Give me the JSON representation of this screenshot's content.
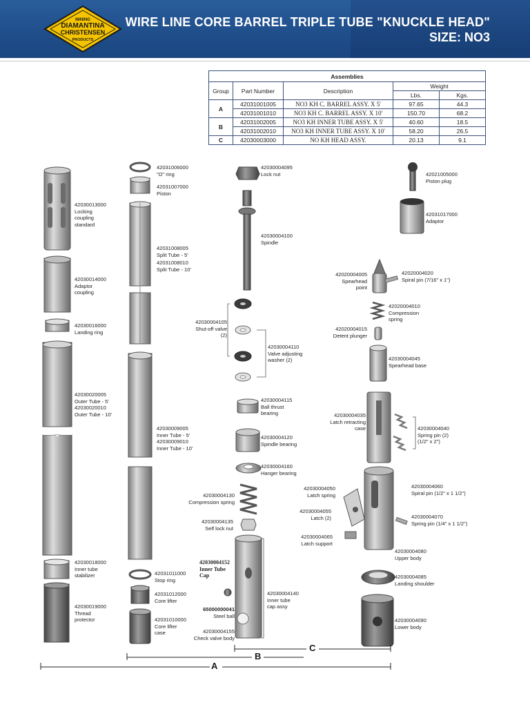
{
  "header": {
    "brand_lines": [
      "MINING",
      "DIAMANTINA",
      "CHRISTENSEN",
      "PRODUCTS"
    ],
    "title": "WIRE LINE CORE BARREL TRIPLE TUBE \"KNUCKLE HEAD\"",
    "size": "SIZE: NO3"
  },
  "table": {
    "title": "Assemblies",
    "col_group": "Group",
    "col_part": "Part Number",
    "col_desc": "Description",
    "col_weight": "Weight",
    "col_lbs": "Lbs.",
    "col_kgs": "Kgs.",
    "rows": [
      {
        "group": "A",
        "part": "42031001005",
        "desc": "NO3 KH C. BARREL ASSY. X 5'",
        "lbs": "97.65",
        "kgs": "44.3"
      },
      {
        "group": "",
        "part": "42031001010",
        "desc": "NO3 KH C. BARREL ASSY. X 10'",
        "lbs": "150.70",
        "kgs": "68.2"
      },
      {
        "group": "B",
        "part": "42031002005",
        "desc": "NO3 KH INNER TUBE ASSY. X 5'",
        "lbs": "40.60",
        "kgs": "18.5"
      },
      {
        "group": "",
        "part": "42031002010",
        "desc": "NO3 KH INNER TUBE ASSY. X 10'",
        "lbs": "58.20",
        "kgs": "26.5"
      },
      {
        "group": "C",
        "part": "42030003000",
        "desc": "NO KH HEAD ASSY.",
        "lbs": "20.13",
        "kgs": "9.1"
      }
    ]
  },
  "labels": {
    "l1": "42030013000",
    "l1b": "Locking",
    "l1c": "coupling",
    "l1d": "standard",
    "l2": "42030014000",
    "l2b": "Adaptor",
    "l2c": "coupling",
    "l3": "42030016000",
    "l3b": "Landing ring",
    "l4": "42030020005",
    "l4b": "Outer Tube - 5'",
    "l4c": "42030020010",
    "l4d": "Outer Tube - 10'",
    "l5": "42030018000",
    "l5b": "Inner tube",
    "l5c": "stabilizer",
    "l6": "42030019000",
    "l6b": "Thread",
    "l6c": "protector",
    "m1": "42031006000",
    "m1b": "\"O\" ring",
    "m2": "42031007000",
    "m2b": "Piston",
    "m3": "42031008005",
    "m3b": "Split Tube - 5'",
    "m3c": "42031008010",
    "m3d": "Split Tube - 10'",
    "m4": "42030009005",
    "m4b": "Inner Tube - 5'",
    "m4c": "42030009010",
    "m4d": "Inner Tube  - 10'",
    "m5": "42031011000",
    "m5b": "Stop ring",
    "m6": "42031012000",
    "m6b": "Core lifter",
    "m7": "42031010000",
    "m7b": "Core lifter",
    "m7c": "case",
    "c1": "42030004095",
    "c1b": "Lock nut",
    "c2": "42030004100",
    "c2b": "Spindle",
    "c3": "42030004105",
    "c3b": "Shut-off valve",
    "c3c": "(2)",
    "c4": "42030004110",
    "c4b": "Valve adjusting",
    "c4c": "washer (2)",
    "c5": "42030004115",
    "c5b": "Ball thrust",
    "c5c": "bearing",
    "c6": "42030004120",
    "c6b": "Spindle bearing",
    "c7": "42030004160",
    "c7b": "Hanger bearing",
    "c8": "42030004130",
    "c8b": "Compression spring",
    "c9": "42030004135",
    "c9b": "Self lock nut",
    "c10": "42030004152",
    "c10b": "Inner Tube",
    "c10c": "Cap",
    "c11": "65000000041",
    "c11b": "Steel ball",
    "c12": "42030004155",
    "c12b": "Check valve body",
    "c13": "42030004140",
    "c13b": "Inner tube",
    "c13c": "cap assy",
    "r1": "42021005000",
    "r1b": "Piston plug",
    "r2": "42031017000",
    "r2b": "Adaptor",
    "r3": "42020004005",
    "r3b": "Spearhead",
    "r3c": "point",
    "r4": "42020004020",
    "r4b": "Spiral pin (7/16\" x 1\")",
    "r5": "42020004010",
    "r5b": "Compression",
    "r5c": "spring",
    "r6": "42020004015",
    "r6b": "Detent plunger",
    "r7": "42030004045",
    "r7b": "Spearhead base",
    "r8": "42030004035",
    "r8b": "Latch retracting",
    "r8c": "case",
    "r9": "42030004040",
    "r9b": "Spring pin (2)",
    "r9c": "(1/2\" x 2\")",
    "r10": "42030004050",
    "r10b": "Latch spring",
    "r11": "42030004055",
    "r11b": "Latch (2)",
    "r12": "42030004065",
    "r12b": "Latch support",
    "r13": "42030004060",
    "r13b": "Spiral pin (1/2\" x 1  1/2\")",
    "r14": "42030004070",
    "r14b": "Spring pin (1/4\" x 1  1/2\")",
    "r15": "42030004080",
    "r15b": "Upper body",
    "r16": "42030004085",
    "r16b": "Landing shoulder",
    "r17": "42030004090",
    "r17b": "Lower body"
  },
  "dims": {
    "a": "A",
    "b": "B",
    "c": "C"
  }
}
